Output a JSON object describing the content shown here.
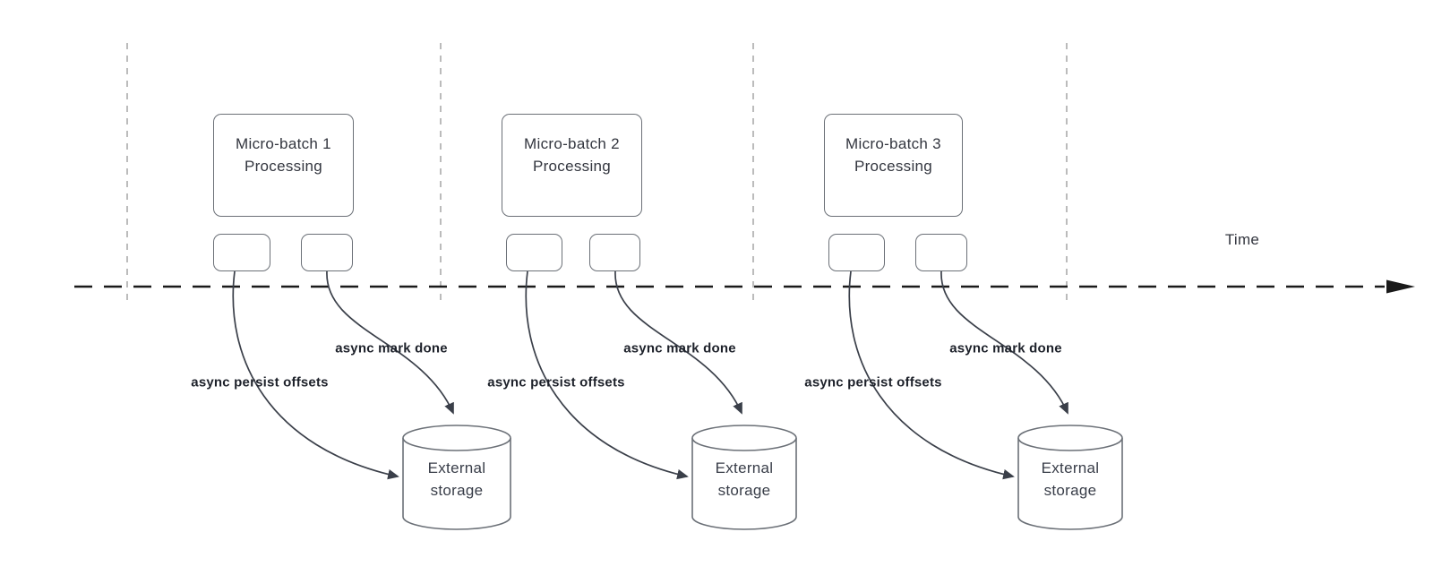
{
  "diagram": {
    "time_axis": {
      "label": "Time"
    },
    "groups": [
      {
        "title": "Micro-batch 1 Processing",
        "persist_label": "async persist offsets",
        "mark_done_label": "async mark done",
        "storage_label": "External storage"
      },
      {
        "title": "Micro-batch 2 Processing",
        "persist_label": "async persist offsets",
        "mark_done_label": "async mark done",
        "storage_label": "External storage"
      },
      {
        "title": "Micro-batch 3 Processing",
        "persist_label": "async persist offsets",
        "mark_done_label": "async mark done",
        "storage_label": "External storage"
      }
    ],
    "colors": {
      "background": "#ffffff",
      "node_border": "#6b7077",
      "timeline": "#1a1a1a",
      "gridline": "#b4b4b4",
      "arrow": "#3a3f49",
      "text": "#33363f",
      "label_text": "#1d212a"
    }
  }
}
